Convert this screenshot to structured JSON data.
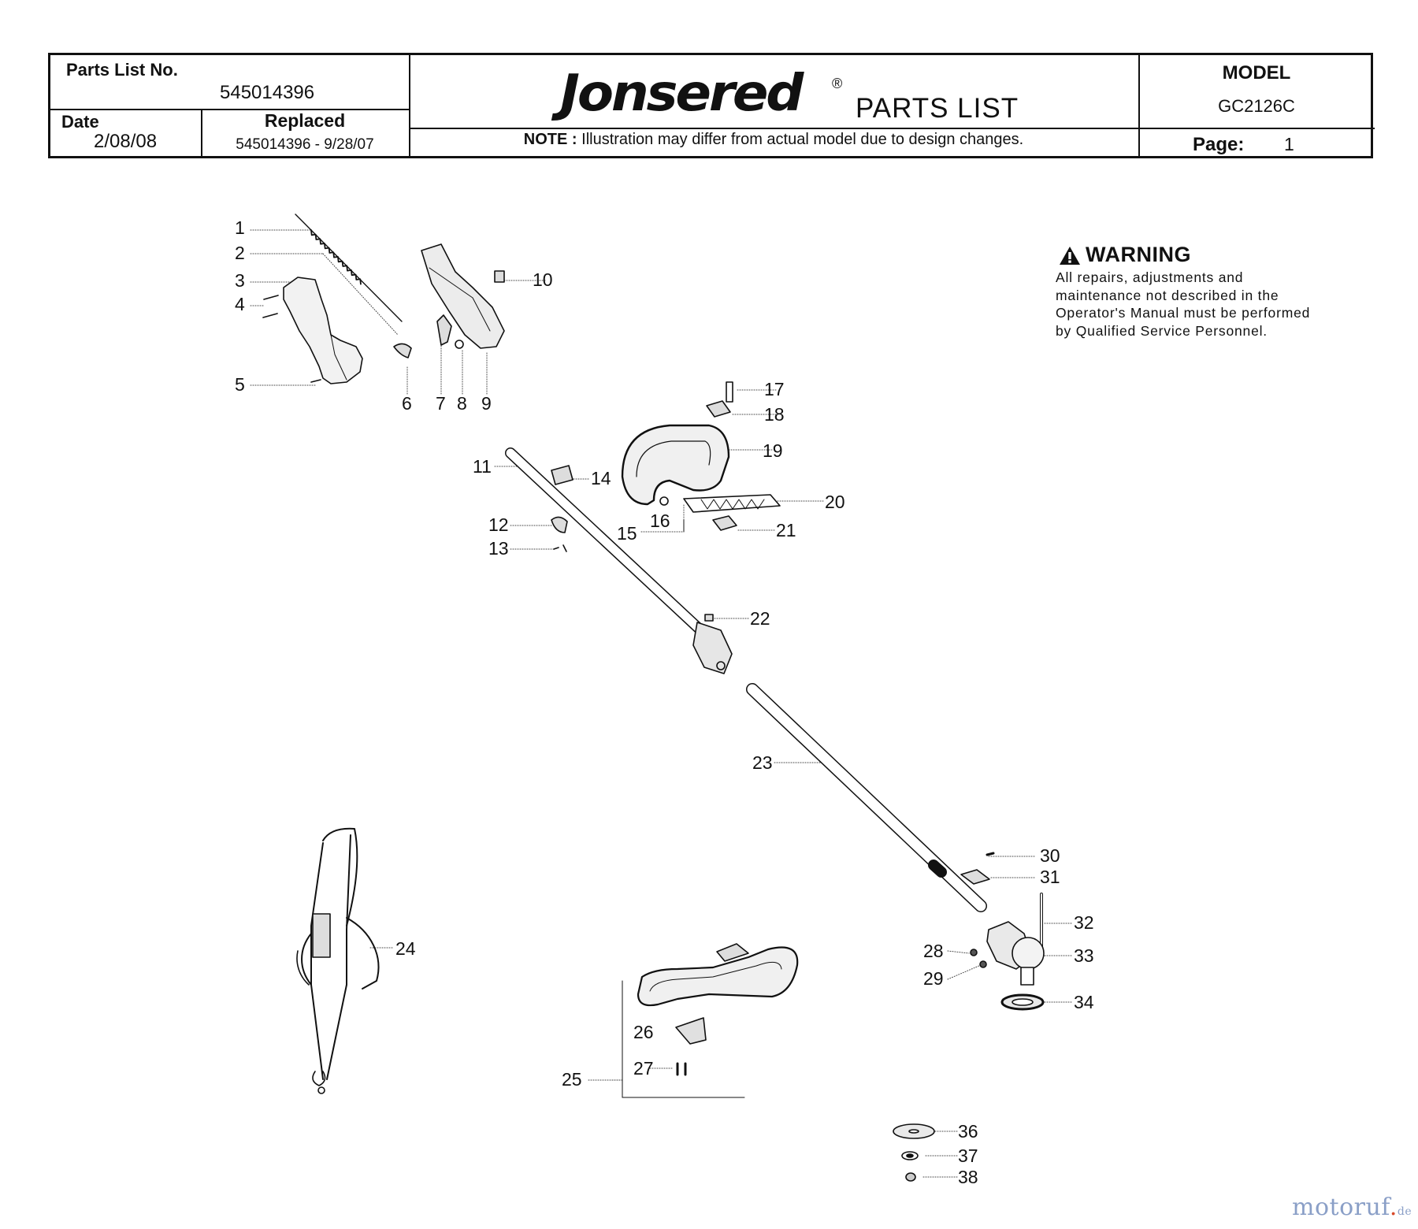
{
  "header": {
    "parts_list_no_label": "Parts List No.",
    "parts_list_no": "545014396",
    "date_label": "Date",
    "date": "2/08/08",
    "replaced_label": "Replaced",
    "replaced": "545014396 - 9/28/07",
    "brand": "Jonsered",
    "registered_mark": "®",
    "title": "PARTS LIST",
    "note_label": "NOTE :",
    "note": "Illustration may differ from actual model due to design changes.",
    "model_label": "MODEL",
    "model": "GC2126C",
    "page_label": "Page:",
    "page": "1"
  },
  "warning": {
    "title": "WARNING",
    "text": "All repairs, adjustments and maintenance not described in the Operator's Manual must be performed by Qualified Service Personnel."
  },
  "callouts": [
    "1",
    "2",
    "3",
    "4",
    "5",
    "6",
    "7",
    "8",
    "9",
    "10",
    "11",
    "12",
    "13",
    "14",
    "15",
    "16",
    "17",
    "18",
    "19",
    "20",
    "21",
    "22",
    "23",
    "24",
    "25",
    "26",
    "27",
    "28",
    "29",
    "30",
    "31",
    "32",
    "33",
    "34",
    "36",
    "37",
    "38"
  ],
  "watermark": {
    "name": "motoruf",
    "tld": "de"
  }
}
